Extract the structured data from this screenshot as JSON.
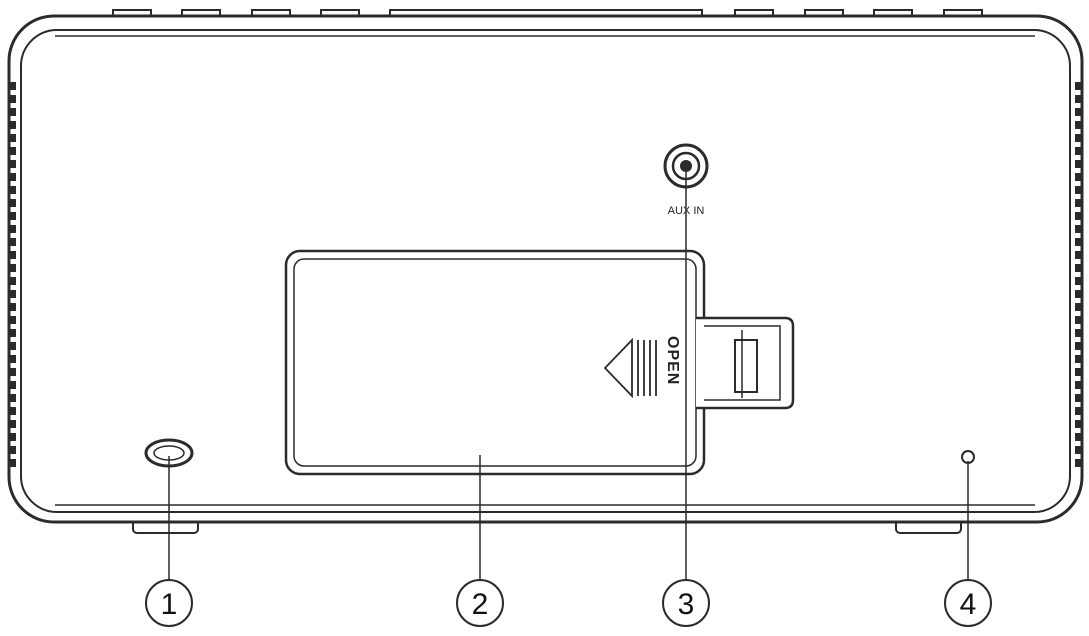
{
  "device": {
    "aux_label": "AUX IN",
    "open_label": "OPEN"
  },
  "callouts": [
    {
      "number": "1"
    },
    {
      "number": "2"
    },
    {
      "number": "3"
    },
    {
      "number": "4"
    }
  ],
  "colors": {
    "stroke": "#2b2b2b",
    "background": "#ffffff"
  }
}
